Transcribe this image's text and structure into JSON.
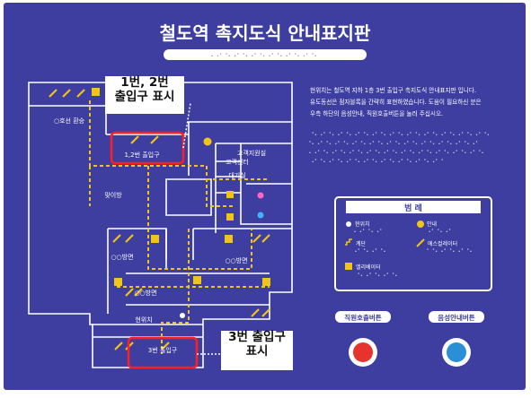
{
  "sign": {
    "title": "철도역 촉지도식 안내표지판",
    "description_lines": [
      "현위치는 철도역 지하 1층 3번 출입구 촉지도식 안내표지판 입니다.",
      "유도동선은 점자블록을 간략히 표현하였습니다. 도움이 필요하신 분은",
      "우측 하단의 음성안내, 직원호출버튼을 눌러 주십시오."
    ],
    "colors": {
      "board": "#3d3ea0",
      "line": "#ffffff",
      "route": "#f0c419",
      "highlight": "#ff1f1f",
      "call_button": "#e8322d",
      "voice_button": "#2a8fd6"
    }
  },
  "map": {
    "rooms": {
      "toilet_men": "○호선 환승",
      "exit_1_2": "1,2번 출입구",
      "service_center": "고객지원실",
      "info_desk": "고객센터",
      "waiting": "맞이방",
      "toilet": "대기실",
      "waiting_area": "맞이방",
      "platform_a": "○○방면",
      "platform_b": "○○방면",
      "platform_c": "○○방면",
      "current": "현위치",
      "exit_3": "3번 출입구"
    }
  },
  "legend": {
    "title": "범 례",
    "items": [
      {
        "label": "현위치",
        "icon": "current-location-icon"
      },
      {
        "label": "안내",
        "icon": "info-icon"
      },
      {
        "label": "계단",
        "icon": "stairs-icon"
      },
      {
        "label": "에스컬레이터",
        "icon": "escalator-icon"
      },
      {
        "label": "엘리베이터",
        "icon": "elevator-icon"
      }
    ]
  },
  "buttons": {
    "staff_call": "직원호출버튼",
    "voice_guide": "음성안내버튼"
  },
  "callouts": {
    "exit_1_2": [
      "1번, 2번",
      "출입구 표시"
    ],
    "exit_3": [
      "3번 출입구",
      "표시"
    ]
  }
}
